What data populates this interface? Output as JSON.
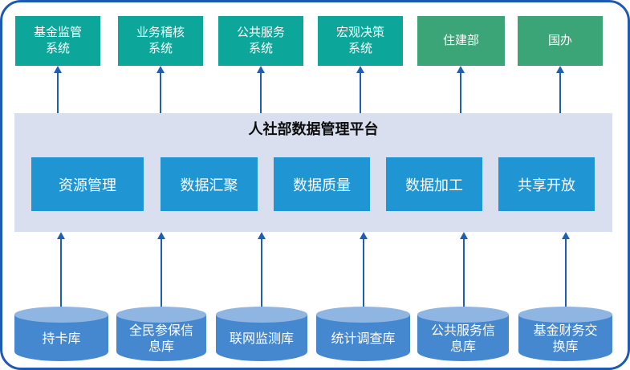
{
  "diagram_title": "人社部数据管理平台",
  "colors": {
    "border": "#1d5ab4",
    "teal": "#0ca79a",
    "green": "#3ca577",
    "platform_bg": "#d9dfef",
    "module": "#2095d3",
    "db_top": "#8fb5e3",
    "db_body": "#4688cf",
    "arrow": "#1e5fb3",
    "title_text": "#0d0d0d"
  },
  "top_systems": [
    {
      "label": "基金监管\n系统",
      "type": "system"
    },
    {
      "label": "业务稽核\n系统",
      "type": "system"
    },
    {
      "label": "公共服务\n系统",
      "type": "system"
    },
    {
      "label": "宏观决策\n系统",
      "type": "system"
    },
    {
      "label": "住建部",
      "type": "agency"
    },
    {
      "label": "国办",
      "type": "agency"
    }
  ],
  "platform": {
    "title": "人社部数据管理平台",
    "modules": [
      {
        "label": "资源管理"
      },
      {
        "label": "数据汇聚"
      },
      {
        "label": "数据质量"
      },
      {
        "label": "数据加工"
      },
      {
        "label": "共享开放"
      }
    ]
  },
  "databases": [
    {
      "label": "持卡库"
    },
    {
      "label": "全民参保信\n息库"
    },
    {
      "label": "联网监测库"
    },
    {
      "label": "统计调查库"
    },
    {
      "label": "公共服务信\n息库"
    },
    {
      "label": "基金财务交\n换库"
    }
  ],
  "connections": {
    "platform_to_systems": "6 arrows, platform top edge up to each system box",
    "databases_to_platform": "6 arrows, each database up to platform bottom edge"
  }
}
